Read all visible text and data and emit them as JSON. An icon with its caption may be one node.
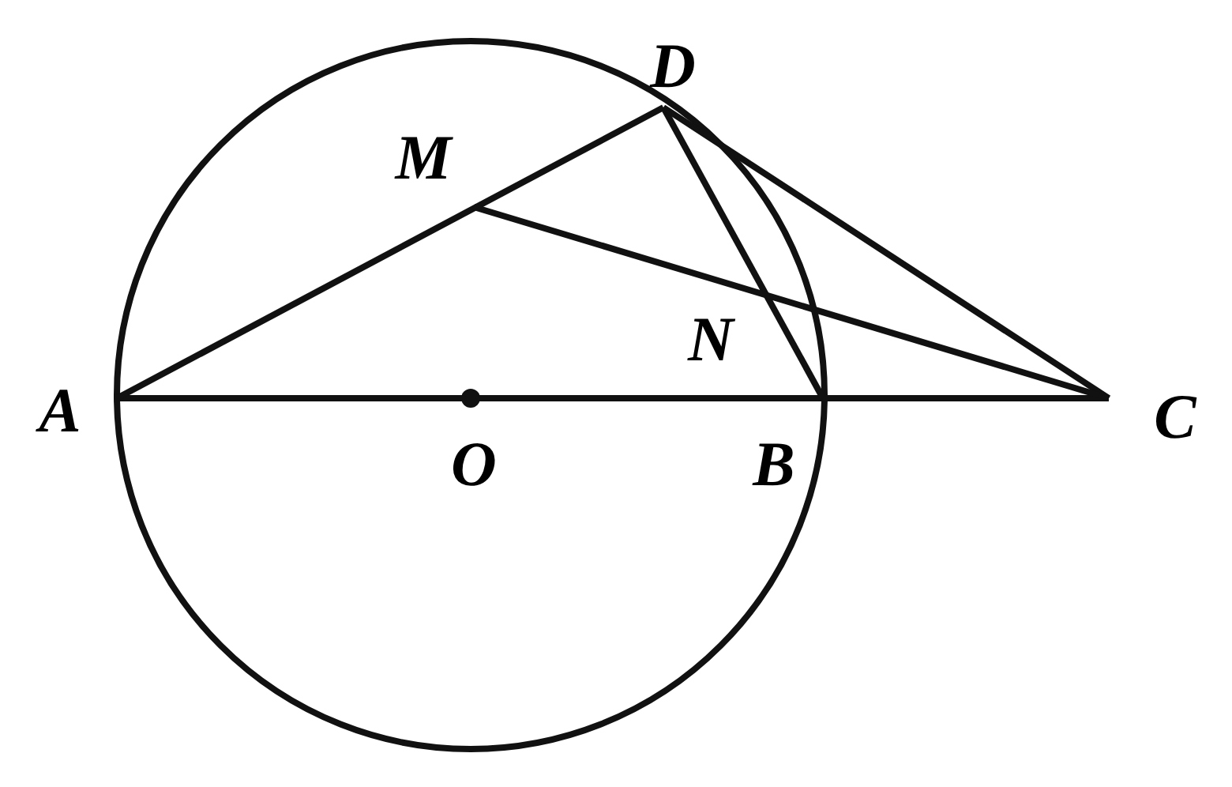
{
  "diagram": {
    "labels": [
      "D",
      "M",
      "N",
      "A",
      "C",
      "O",
      "B"
    ]
  }
}
